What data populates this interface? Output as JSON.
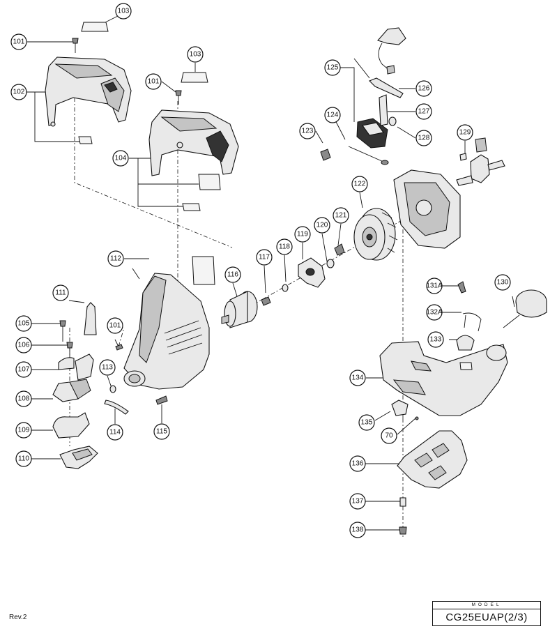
{
  "footer": {
    "revision": "Rev.2",
    "model_caption": "MODEL",
    "model_name": "CG25EUAP(2/3)"
  },
  "callouts": [
    "103",
    "101",
    "102",
    "103",
    "101",
    "104",
    "125",
    "126",
    "127",
    "124",
    "123",
    "128",
    "129",
    "122",
    "121",
    "120",
    "119",
    "118",
    "117",
    "116",
    "112",
    "111",
    "105",
    "101",
    "106",
    "107",
    "113",
    "108",
    "109",
    "114",
    "115",
    "110",
    "131A",
    "130",
    "132A",
    "133",
    "134",
    "135",
    "70",
    "136",
    "137",
    "138"
  ]
}
